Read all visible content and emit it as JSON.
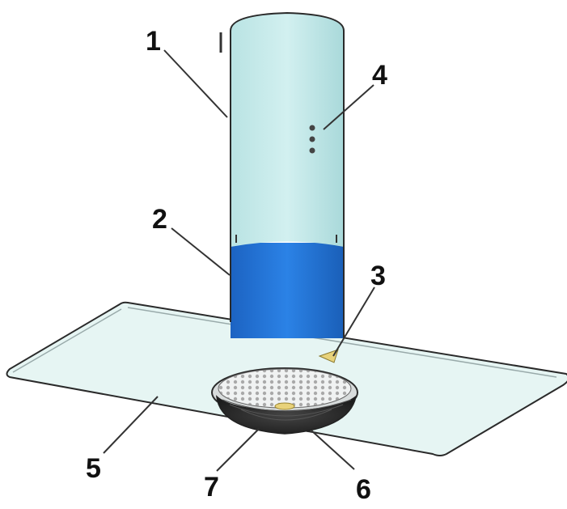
{
  "diagram": {
    "callouts": [
      {
        "id": "c1",
        "label": "1"
      },
      {
        "id": "c2",
        "label": "2"
      },
      {
        "id": "c3",
        "label": "3"
      },
      {
        "id": "c4",
        "label": "4"
      },
      {
        "id": "c5",
        "label": "5"
      },
      {
        "id": "c6",
        "label": "6"
      },
      {
        "id": "c7",
        "label": "7"
      }
    ]
  },
  "colors": {
    "chimney_upper": "#c7ecec",
    "chimney_lower": "#1f73d6",
    "canopy_glass": "#e6f5f3",
    "outline": "#2a2a2a",
    "filter_dark": "#2b2b2b",
    "lamp": "#e8d27a"
  }
}
